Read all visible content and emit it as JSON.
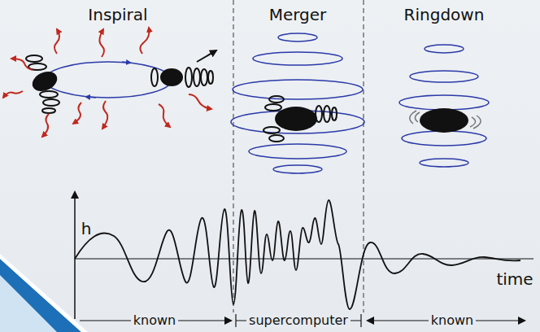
{
  "diagram": {
    "labels": [
      "Inspiral",
      "Merger",
      "Ringdown",
      "h",
      "time",
      "known",
      "supercomputer",
      "known"
    ]
  }
}
